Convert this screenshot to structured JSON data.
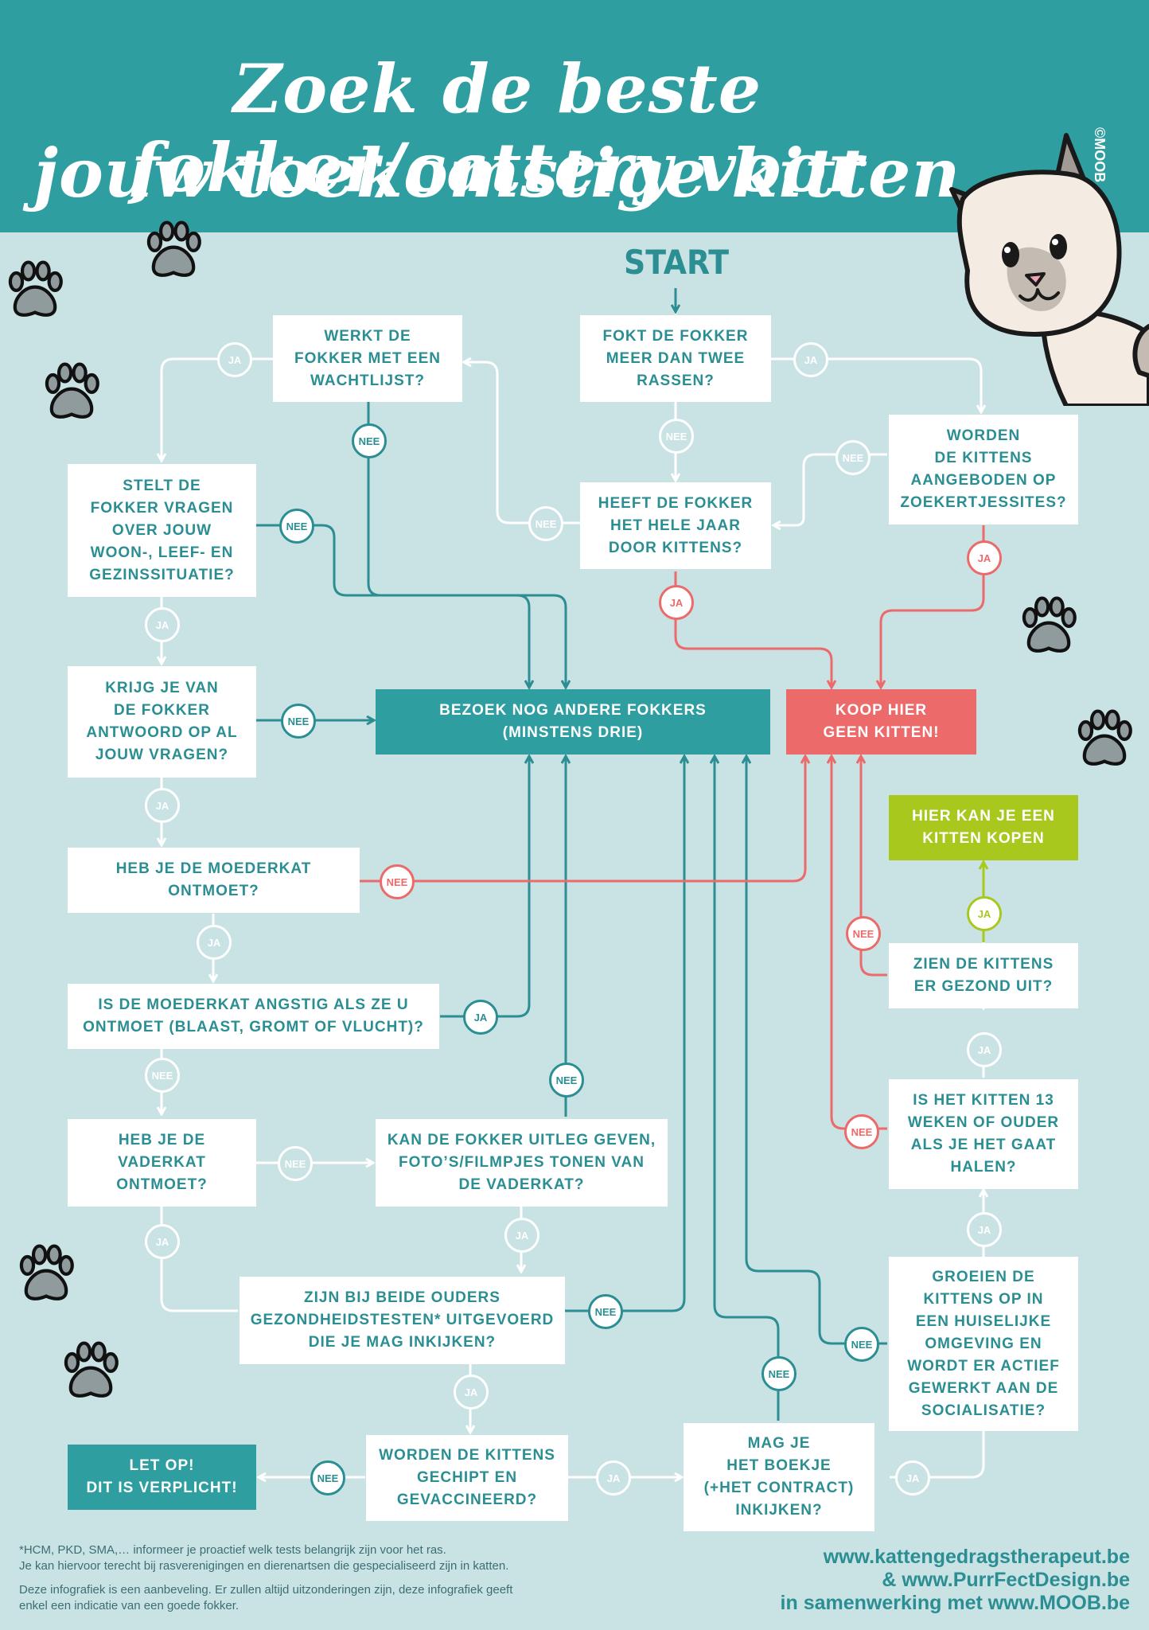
{
  "header": {
    "title_line1": "Zoek de beste fokker/cattery voor",
    "title_line2": "jouw toekomstige kitten",
    "brand_mark": "©MOOB",
    "color": "#2f9ea0"
  },
  "colors": {
    "background": "#c9e2e4",
    "teal": "#2f9ea0",
    "red": "#ec6a6a",
    "green": "#a8c81e"
  },
  "start_label": "START",
  "nodes": {
    "fokt": "FOKT DE FOKKER\nMEER DAN TWEE\nRASSEN?",
    "wachtlijst": "WERKT DE\nFOKKER MET EEN\nWACHTLIJST?",
    "zoekertjes": "WORDEN\nDE KITTENS\nAANGEBODEN OP\nZOEKERTJESSITES?",
    "jaar": "HEEFT DE FOKKER\nHET HELE JAAR\nDOOR KITTENS?",
    "vragen": "STELT DE\nFOKKER VRAGEN\nOVER JOUW\nWOON-, LEEF- EN\nGEZINSSITUATIE?",
    "antwoord": "KRIJG JE VAN\nDE FOKKER\nANTWOORD OP AL\nJOUW VRAGEN?",
    "bezoek": "BEZOEK NOG ANDERE FOKKERS\n(MINSTENS DRIE)",
    "koop_niet": "KOOP HIER\nGEEN KITTEN!",
    "koop_wel": "HIER KAN JE EEN\nKITTEN KOPEN",
    "moederkat": "HEB JE DE MOEDERKAT\nONTMOET?",
    "gezond": "ZIEN DE KITTENS\nER GEZOND UIT?",
    "angstig": "IS DE MOEDERKAT ANGSTIG ALS ZE U\nONTMOET (BLAAST, GROMT OF VLUCHT)?",
    "dertien": "IS HET KITTEN 13\nWEKEN OF OUDER\nALS JE HET GAAT\nHALEN?",
    "vaderkat": "HEB JE DE\nVADERKAT\nONTMOET?",
    "uitleg": "KAN DE FOKKER UITLEG GEVEN,\nFOTO’S/FILMPJES TONEN VAN\nDE VADERKAT?",
    "testen": "ZIJN BIJ BEIDE OUDERS\nGEZONDHEIDSTESTEN* UITGEVOERD\nDIE JE MAG INKIJKEN?",
    "huiselijk": "GROEIEN DE\nKITTENS OP IN\nEEN HUISELIJKE\nOMGEVING EN\nWORDT ER ACTIEF\nGEWERKT AAN DE\nSOCIALISATIE?",
    "letop": "LET OP!\nDIT IS VERPLICHT!",
    "gechipt": "WORDEN DE KITTENS\nGECHIPT EN\nGEVACCINEERD?",
    "boekje": "MAG JE\nHET BOEKJE\n(+HET CONTRACT)\nINKIJKEN?"
  },
  "labels": {
    "yes": "JA",
    "no": "NEE"
  },
  "footnotes": {
    "line1": "*HCM, PKD, SMA,… informeer je proactief welk tests belangrijk zijn voor het ras.",
    "line2": "Je kan hiervoor terecht bij rasverenigingen en dierenartsen die gespecialiseerd zijn in katten.",
    "line3": "Deze infografiek is een aanbeveling. Er zullen altijd uitzonderingen zijn, deze infografiek geeft",
    "line4": "enkel een indicatie van een goede fokker."
  },
  "credits": {
    "line1": "www.kattengedragstherapeut.be",
    "line2": "& www.PurrFectDesign.be",
    "line3": "in samenwerking met www.MOOB.be"
  }
}
